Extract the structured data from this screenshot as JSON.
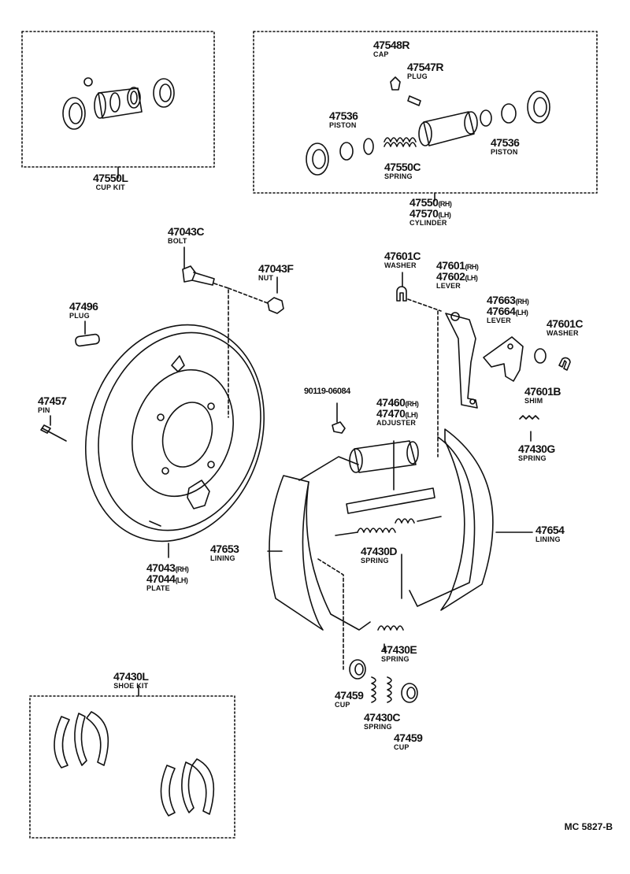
{
  "cup_kit": {
    "part": "47550L",
    "name": "CUP KIT"
  },
  "cap": {
    "part": "47548R",
    "name": "CAP"
  },
  "plug_top": {
    "part": "47547R",
    "name": "PLUG"
  },
  "piston_left": {
    "part": "47536",
    "name": "PISTON"
  },
  "piston_right": {
    "part": "47536",
    "name": "PISTON"
  },
  "cyl_spring": {
    "part": "47550C",
    "name": "SPRING"
  },
  "cylinder": {
    "part_rh": "47550",
    "suffix_rh": "(RH)",
    "part_lh": "47570",
    "suffix_lh": "(LH)",
    "name": "CYLINDER"
  },
  "bolt": {
    "part": "47043C",
    "name": "BOLT"
  },
  "nut": {
    "part": "47043F",
    "name": "NUT"
  },
  "plug_left": {
    "part": "47496",
    "name": "PLUG"
  },
  "pin": {
    "part": "47457",
    "name": "PIN"
  },
  "plate": {
    "part_rh": "47043",
    "suffix_rh": "(RH)",
    "part_lh": "47044",
    "suffix_lh": "(LH)",
    "name": "PLATE"
  },
  "washer_top": {
    "part": "47601C",
    "name": "WASHER"
  },
  "lever_main": {
    "part_rh": "47601",
    "suffix_rh": "(RH)",
    "part_lh": "47602",
    "suffix_lh": "(LH)",
    "name": "LEVER"
  },
  "lever_small": {
    "part_rh": "47663",
    "suffix_rh": "(RH)",
    "part_lh": "47664",
    "suffix_lh": "(LH)",
    "name": "LEVER"
  },
  "washer_right": {
    "part": "47601C",
    "name": "WASHER"
  },
  "small_part": {
    "part": "90119-06084"
  },
  "adjuster": {
    "part_rh": "47460",
    "suffix_rh": "(RH)",
    "part_lh": "47470",
    "suffix_lh": "(LH)",
    "name": "ADJUSTER"
  },
  "shim": {
    "part": "47601B",
    "name": "SHIM"
  },
  "spring_g": {
    "part": "47430G",
    "name": "SPRING"
  },
  "lining_right": {
    "part": "47654",
    "name": "LINING"
  },
  "lining_left": {
    "part": "47653",
    "name": "LINING"
  },
  "spring_d": {
    "part": "47430D",
    "name": "SPRING"
  },
  "spring_e": {
    "part": "47430E",
    "name": "SPRING"
  },
  "cup_left": {
    "part": "47459",
    "name": "CUP"
  },
  "spring_c": {
    "part": "47430C",
    "name": "SPRING"
  },
  "cup_right": {
    "part": "47459",
    "name": "CUP"
  },
  "shoe_kit": {
    "part": "47430L",
    "name": "SHOE KIT"
  },
  "reference": "MC  5827-B"
}
